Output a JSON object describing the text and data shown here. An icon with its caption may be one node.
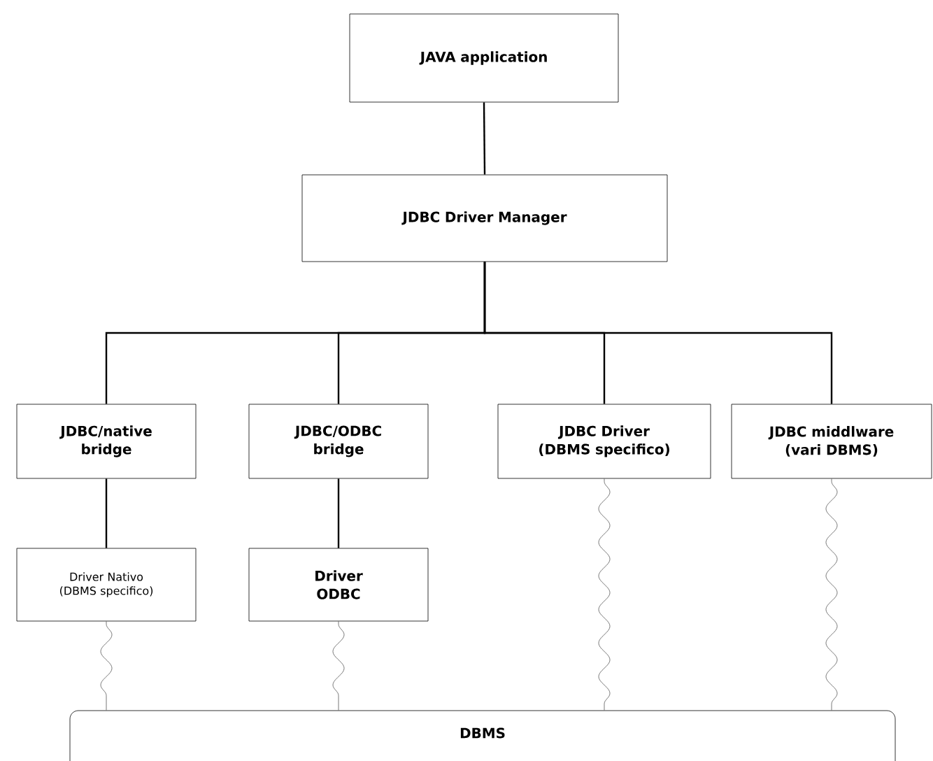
{
  "diagram": {
    "nodes": [
      {
        "text": [
          "JAVA application"
        ]
      },
      {
        "text": [
          "JDBC Driver Manager"
        ]
      },
      {
        "text": [
          "JDBC/native bridge"
        ]
      },
      {
        "text": [
          "JDBC/ODBC bridge"
        ]
      },
      {
        "text": [
          "JDBC Driver (DBMS specifico)"
        ]
      },
      {
        "text": [
          "JDBC middlware (vari DBMS)"
        ]
      },
      {
        "text": [
          "Driver Nativo (DBMS specifico)"
        ]
      },
      {
        "text": [
          "Driver ODBC"
        ]
      },
      {
        "text": [
          "DBMS"
        ]
      }
    ],
    "edges": [
      {
        "from": 0,
        "to": 1,
        "arrow": "none"
      },
      {
        "from": 1,
        "to": 2,
        "arrow": "none"
      },
      {
        "from": 1,
        "to": 3,
        "arrow": "none"
      },
      {
        "from": 1,
        "to": 4,
        "arrow": "none"
      },
      {
        "from": 1,
        "to": 5,
        "arrow": "none"
      },
      {
        "from": 2,
        "to": 6,
        "arrow": "none"
      },
      {
        "from": 3,
        "to": 7,
        "arrow": "none"
      },
      {
        "from": 6,
        "to": 8,
        "arrow": "none",
        "color": "#555555"
      },
      {
        "from": 7,
        "to": 8,
        "arrow": "none",
        "color": "#555555"
      },
      {
        "from": 4,
        "to": 8,
        "arrow": "none",
        "color": "#555555"
      },
      {
        "from": 5,
        "to": 8,
        "arrow": "none",
        "color": "#555555"
      }
    ]
  }
}
